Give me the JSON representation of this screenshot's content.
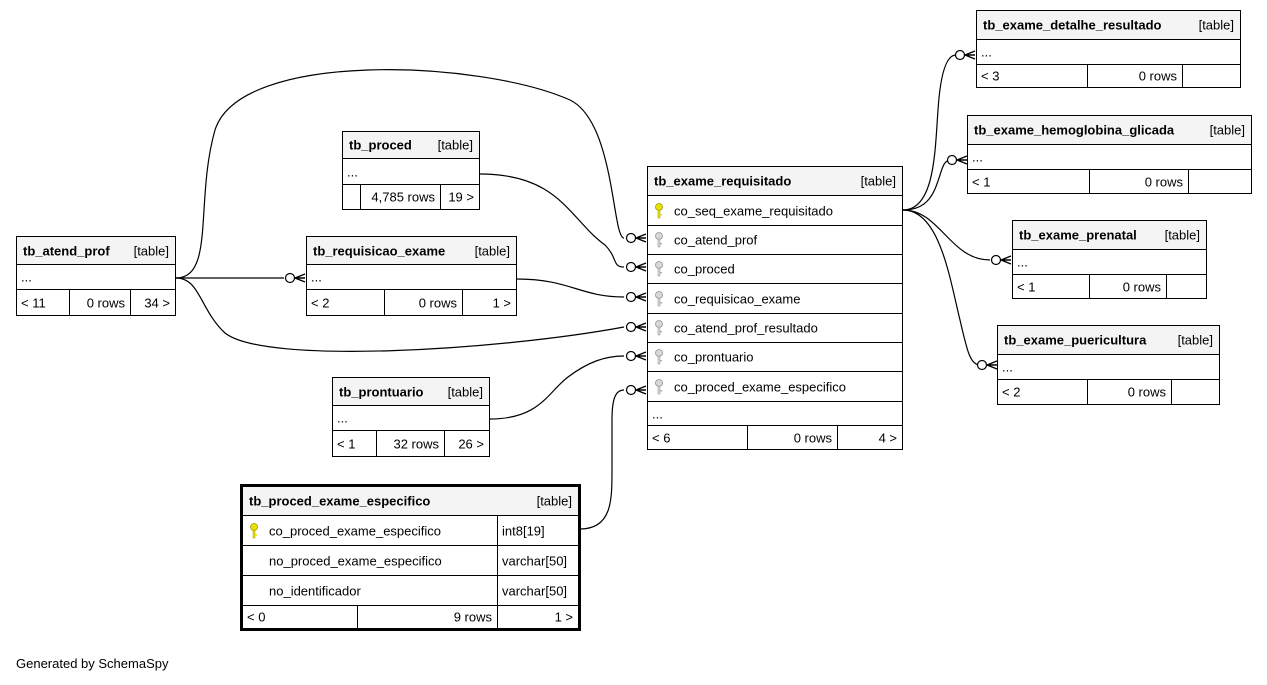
{
  "footer": "Generated by SchemaSpy",
  "colors": {
    "primary_key": "#e8e200",
    "foreign_key": "#b0b0b0",
    "header_bg": "#f4f4f4"
  },
  "tables": {
    "exame_requisitado": {
      "name": "tb_exame_requisitado",
      "type": "[table]",
      "columns": [
        {
          "name": "co_seq_exame_requisitado",
          "key": "primary-key-icon"
        },
        {
          "name": "co_atend_prof",
          "key": "foreign-key-icon"
        },
        {
          "name": "co_proced",
          "key": "foreign-key-icon"
        },
        {
          "name": "co_requisicao_exame",
          "key": "foreign-key-icon"
        },
        {
          "name": "co_atend_prof_resultado",
          "key": "foreign-key-icon"
        },
        {
          "name": "co_prontuario",
          "key": "foreign-key-icon"
        },
        {
          "name": "co_proced_exame_especifico",
          "key": "foreign-key-icon"
        }
      ],
      "more": "...",
      "footer": {
        "parents": "< 6",
        "rows": "0 rows",
        "children": "4 >"
      }
    },
    "proced": {
      "name": "tb_proced",
      "type": "[table]",
      "more": "...",
      "footer": {
        "parents": "",
        "rows": "4,785 rows",
        "children": "19 >"
      }
    },
    "atend_prof": {
      "name": "tb_atend_prof",
      "type": "[table]",
      "more": "...",
      "footer": {
        "parents": "< 11",
        "rows": "0 rows",
        "children": "34 >"
      }
    },
    "requisicao_exame": {
      "name": "tb_requisicao_exame",
      "type": "[table]",
      "more": "...",
      "footer": {
        "parents": "< 2",
        "rows": "0 rows",
        "children": "1 >"
      }
    },
    "prontuario": {
      "name": "tb_prontuario",
      "type": "[table]",
      "more": "...",
      "footer": {
        "parents": "< 1",
        "rows": "32 rows",
        "children": "26 >"
      }
    },
    "proced_exame_especifico": {
      "name": "tb_proced_exame_especifico",
      "type": "[table]",
      "columns": [
        {
          "name": "co_proced_exame_especifico",
          "type": "int8[19]",
          "key": "primary-key-icon"
        },
        {
          "name": "no_proced_exame_especifico",
          "type": "varchar[50]",
          "key": ""
        },
        {
          "name": "no_identificador",
          "type": "varchar[50]",
          "key": ""
        }
      ],
      "footer": {
        "parents": "< 0",
        "rows": "9 rows",
        "children": "1 >"
      }
    },
    "exame_detalhe_resultado": {
      "name": "tb_exame_detalhe_resultado",
      "type": "[table]",
      "more": "...",
      "footer": {
        "parents": "< 3",
        "rows": "0 rows",
        "children": ""
      }
    },
    "exame_hemoglobina_glicada": {
      "name": "tb_exame_hemoglobina_glicada",
      "type": "[table]",
      "more": "...",
      "footer": {
        "parents": "< 1",
        "rows": "0 rows",
        "children": ""
      }
    },
    "exame_prenatal": {
      "name": "tb_exame_prenatal",
      "type": "[table]",
      "more": "...",
      "footer": {
        "parents": "< 1",
        "rows": "0 rows",
        "children": ""
      }
    },
    "exame_puericultura": {
      "name": "tb_exame_puericultura",
      "type": "[table]",
      "more": "...",
      "footer": {
        "parents": "< 2",
        "rows": "0 rows",
        "children": ""
      }
    }
  }
}
